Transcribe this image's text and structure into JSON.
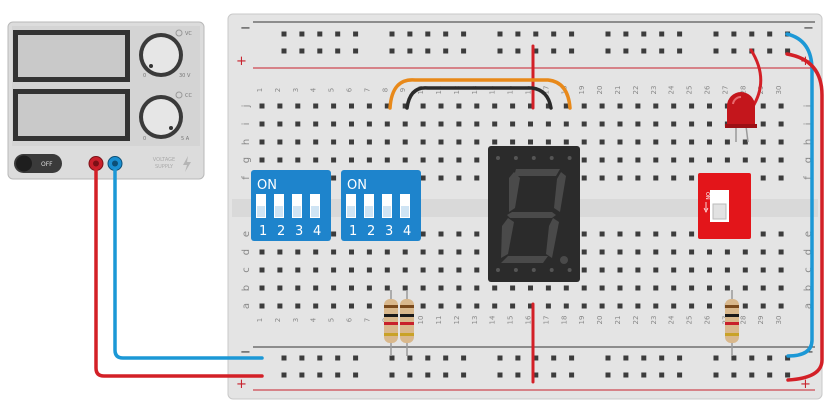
{
  "power_supply": {
    "voltage_knob": {
      "indicator": "VC",
      "min_label": "0",
      "max_label": "30 V"
    },
    "current_knob": {
      "indicator": "CC",
      "min_label": "0",
      "max_label": "5 A"
    },
    "power_switch_label": "OFF",
    "brand_line1": "VOLTAGE",
    "brand_line2": "SUPPLY",
    "bolt_icon": "lightning-bolt-icon",
    "terminal_colors": {
      "positive": "#c8202b",
      "negative": "#1a8fd1"
    }
  },
  "breadboard": {
    "rail_signs": {
      "minus": "−",
      "plus": "+"
    },
    "columns": [
      "1",
      "2",
      "3",
      "4",
      "5",
      "6",
      "7",
      "8",
      "9",
      "10",
      "11",
      "12",
      "13",
      "14",
      "15",
      "16",
      "17",
      "18",
      "19",
      "20",
      "21",
      "22",
      "23",
      "24",
      "25",
      "26",
      "27",
      "28",
      "29",
      "30"
    ],
    "upper_rows": [
      "j",
      "i",
      "h",
      "g",
      "f"
    ],
    "lower_rows": [
      "e",
      "d",
      "c",
      "b",
      "a"
    ]
  },
  "dip_switches": [
    {
      "label": "ON",
      "positions": [
        "1",
        "2",
        "3",
        "4"
      ]
    },
    {
      "label": "ON",
      "positions": [
        "1",
        "2",
        "3",
        "4"
      ]
    }
  ],
  "seven_segment": {
    "displayed_digit": "8",
    "color": "#2b2b2b"
  },
  "slide_switch": {
    "label": "ON",
    "color": "#e3151a"
  },
  "led": {
    "color": "#c4161c"
  },
  "wire_colors": {
    "red": "#d32027",
    "blue": "#1c98d6",
    "orange": "#e8891a",
    "black": "#2a2a2a"
  }
}
